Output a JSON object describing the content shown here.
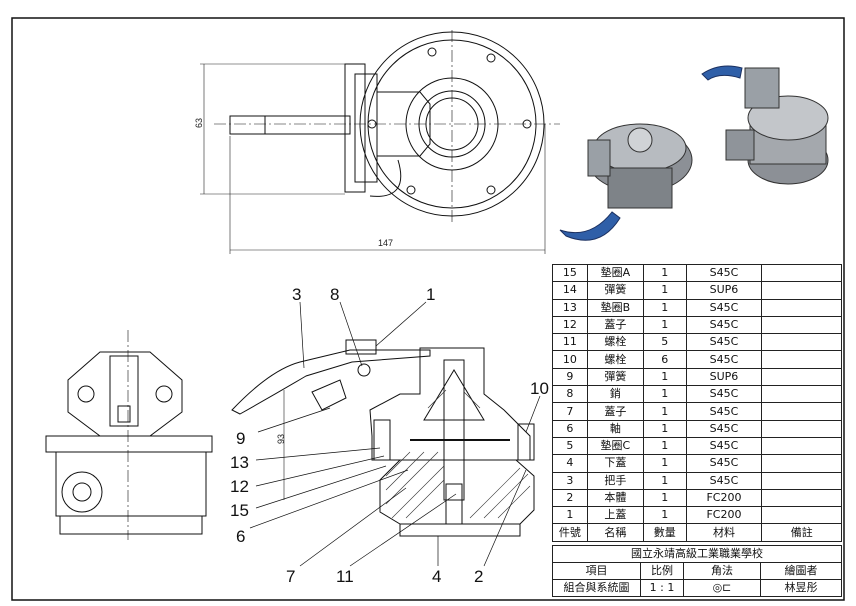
{
  "drawing": {
    "dimensions": {
      "height_dim": "63",
      "width_dim": "147",
      "section_height": "93"
    },
    "balloons": [
      "3",
      "8",
      "1",
      "10",
      "9",
      "13",
      "12",
      "15",
      "6",
      "7",
      "11",
      "4",
      "2"
    ]
  },
  "parts_list": {
    "rows": [
      {
        "no": "15",
        "name": "墊圈A",
        "qty": "1",
        "material": "S45C",
        "remark": ""
      },
      {
        "no": "14",
        "name": "彈簧",
        "qty": "1",
        "material": "SUP6",
        "remark": ""
      },
      {
        "no": "13",
        "name": "墊圈B",
        "qty": "1",
        "material": "S45C",
        "remark": ""
      },
      {
        "no": "12",
        "name": "蓋子",
        "qty": "1",
        "material": "S45C",
        "remark": ""
      },
      {
        "no": "11",
        "name": "螺栓",
        "qty": "5",
        "material": "S45C",
        "remark": ""
      },
      {
        "no": "10",
        "name": "螺栓",
        "qty": "6",
        "material": "S45C",
        "remark": ""
      },
      {
        "no": "9",
        "name": "彈簧",
        "qty": "1",
        "material": "SUP6",
        "remark": ""
      },
      {
        "no": "8",
        "name": "銷",
        "qty": "1",
        "material": "S45C",
        "remark": ""
      },
      {
        "no": "7",
        "name": "蓋子",
        "qty": "1",
        "material": "S45C",
        "remark": ""
      },
      {
        "no": "6",
        "name": "軸",
        "qty": "1",
        "material": "S45C",
        "remark": ""
      },
      {
        "no": "5",
        "name": "墊圈C",
        "qty": "1",
        "material": "S45C",
        "remark": ""
      },
      {
        "no": "4",
        "name": "下蓋",
        "qty": "1",
        "material": "S45C",
        "remark": ""
      },
      {
        "no": "3",
        "name": "把手",
        "qty": "1",
        "material": "S45C",
        "remark": ""
      },
      {
        "no": "2",
        "name": "本體",
        "qty": "1",
        "material": "FC200",
        "remark": ""
      },
      {
        "no": "1",
        "name": "上蓋",
        "qty": "1",
        "material": "FC200",
        "remark": ""
      }
    ],
    "header": {
      "no": "件號",
      "name": "名稱",
      "qty": "數量",
      "material": "材料",
      "remark": "備註"
    }
  },
  "title_block": {
    "school": "國立永靖高級工業職業學校",
    "item_label": "項目",
    "scale_label": "比例",
    "angle_label": "角法",
    "drawer_label": "繪圖者",
    "item_value": "組合與系統圖",
    "scale_value": "1 : 1",
    "drawer_value": "林昱彤",
    "angle_symbol": "◎⊏"
  },
  "colors": {
    "line": "#111111",
    "hatch": "#333333",
    "render_gray": "#9a9ea3",
    "handle_blue": "#2f5fa8"
  }
}
